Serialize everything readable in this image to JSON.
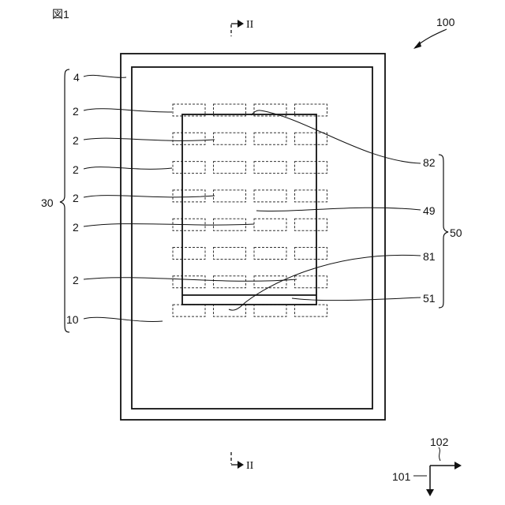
{
  "figure_label": "図1",
  "section_marker": "II",
  "refs": {
    "device": "100",
    "outer_frame": "4",
    "region": "10",
    "group_30": "30",
    "group_50": "50",
    "element_2": "2",
    "ref_49": "49",
    "ref_51": "51",
    "ref_81": "81",
    "ref_82": "82",
    "axis_101": "101",
    "axis_102": "102"
  },
  "grid": {
    "rows": 8,
    "cols": 4
  }
}
